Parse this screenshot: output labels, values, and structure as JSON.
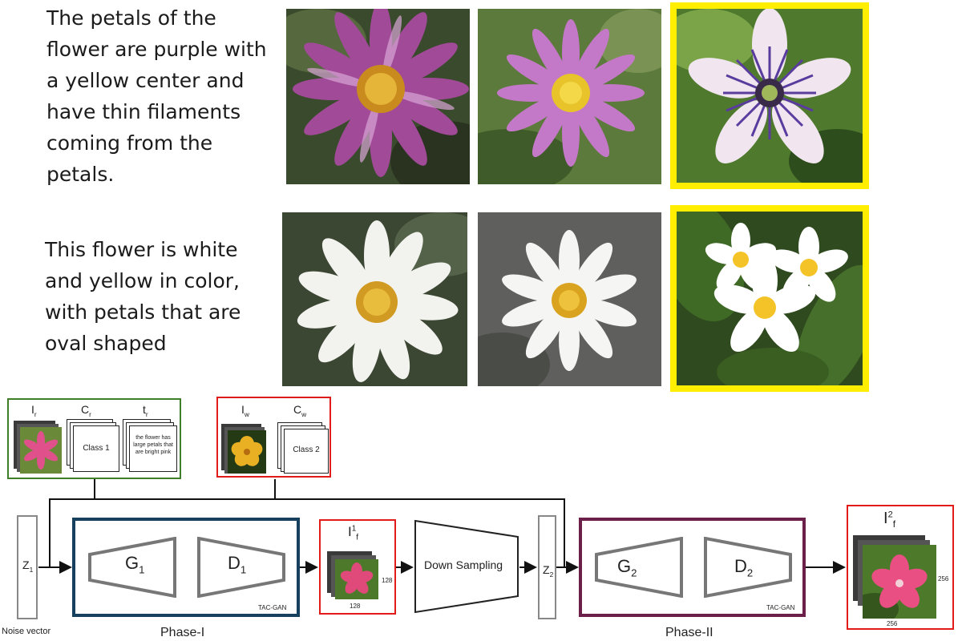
{
  "captions": [
    "The petals of the flower are purple with a yellow center and have thin filaments coming from the petals.",
    "This flower is white and yellow in color, with petals that are oval shaped"
  ],
  "colors": {
    "highlight": "#ffee00",
    "real_input_border": "#3f7f2a",
    "wrong_input_border": "#e11a1a",
    "phase1_border": "#17405f",
    "phase2_border": "#6b1f49",
    "output_border": "#e11a1a"
  },
  "diagram": {
    "real_input": {
      "image_label": "I",
      "image_sub": "r",
      "class_label": "C",
      "class_sub": "r",
      "text_label": "t",
      "text_sub": "r",
      "class_card": "Class 1",
      "text_card": "the flower has large petals that are bright pink"
    },
    "wrong_input": {
      "image_label": "I",
      "image_sub": "w",
      "class_label": "C",
      "class_sub": "w",
      "class_card": "Class 2"
    },
    "noise": {
      "label": "Z",
      "sub": "1",
      "caption": "Noise vector"
    },
    "phase1": {
      "gen": "G",
      "gen_sub": "1",
      "disc": "D",
      "disc_sub": "1",
      "tag": "TAC-GAN",
      "title": "Phase-I"
    },
    "stage1_output": {
      "label": "I",
      "sup": "1",
      "sub": "f",
      "size_side": "128",
      "size_bottom": "128"
    },
    "downsample": "Down Sampling",
    "z2": {
      "label": "Z",
      "sub": "2"
    },
    "phase2": {
      "gen": "G",
      "gen_sub": "2",
      "disc": "D",
      "disc_sub": "2",
      "tag": "TAC-GAN",
      "title": "Phase-II"
    },
    "stage2_output": {
      "label": "I",
      "sup": "2",
      "sub": "f",
      "size_side": "256",
      "size_bottom": "256"
    }
  }
}
